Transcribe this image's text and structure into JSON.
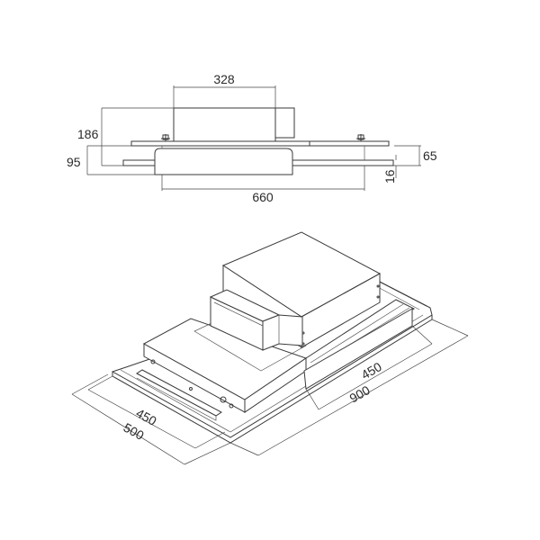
{
  "diagram": {
    "type": "technical-drawing",
    "subject": "built-in extractor hood, side elevation and isometric view",
    "side_view": {
      "dimensions": {
        "top_width": "328",
        "total_height": "186",
        "body_height": "95",
        "right_height": "65",
        "glass_thickness": "16",
        "body_width": "660"
      }
    },
    "isometric_view": {
      "dimensions": {
        "inner_depth": "450",
        "outer_depth": "500",
        "inner_width": "450",
        "outer_width": "900"
      }
    },
    "colors": {
      "line": "#3a3a3a",
      "background": "#ffffff"
    }
  }
}
